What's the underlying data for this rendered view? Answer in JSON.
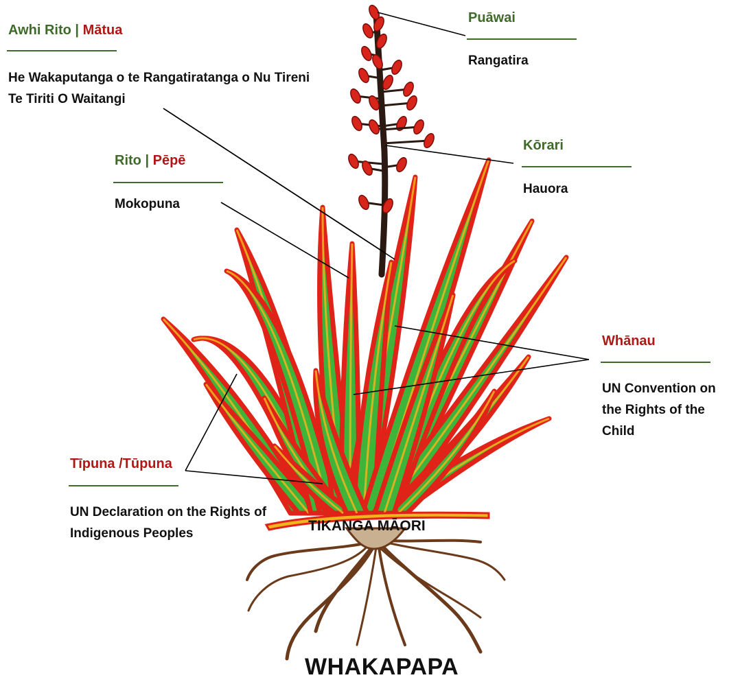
{
  "labels": {
    "awhi_rito": "Awhi Rito",
    "separator": "|",
    "matua": "Mātua",
    "awhi_rito_desc_1": "He Wakaputanga o te Rangatiratanga o Nu Tireni",
    "awhi_rito_desc_2": "Te Tiriti O Waitangi",
    "rito": "Rito",
    "pepe": "Pēpē",
    "rito_desc": "Mokopuna",
    "puawai": "Puāwai",
    "puawai_desc": "Rangatira",
    "korari": "Kōrari",
    "korari_desc": "Hauora",
    "whanau": "Whānau",
    "whanau_desc_1": "UN Convention on",
    "whanau_desc_2": "the Rights of the",
    "whanau_desc_3": "Child",
    "tipuna": "Tīpuna /Tūpuna",
    "tipuna_desc_1": "UN Declaration on the Rights of",
    "tipuna_desc_2": "Indigenous Peoples",
    "tikanga": "TIKANGA MĀORI",
    "whakapapa": "WHAKAPAPA"
  },
  "colors": {
    "label_green": "#3f6a2a",
    "label_red": "#b01818",
    "leaf_green": "#3fb43a",
    "leaf_red": "#e02318",
    "leaf_yellow": "#f0b41e",
    "stalk": "#2a1a12",
    "flower": "#d8251c",
    "root": "#6a3a1a"
  }
}
